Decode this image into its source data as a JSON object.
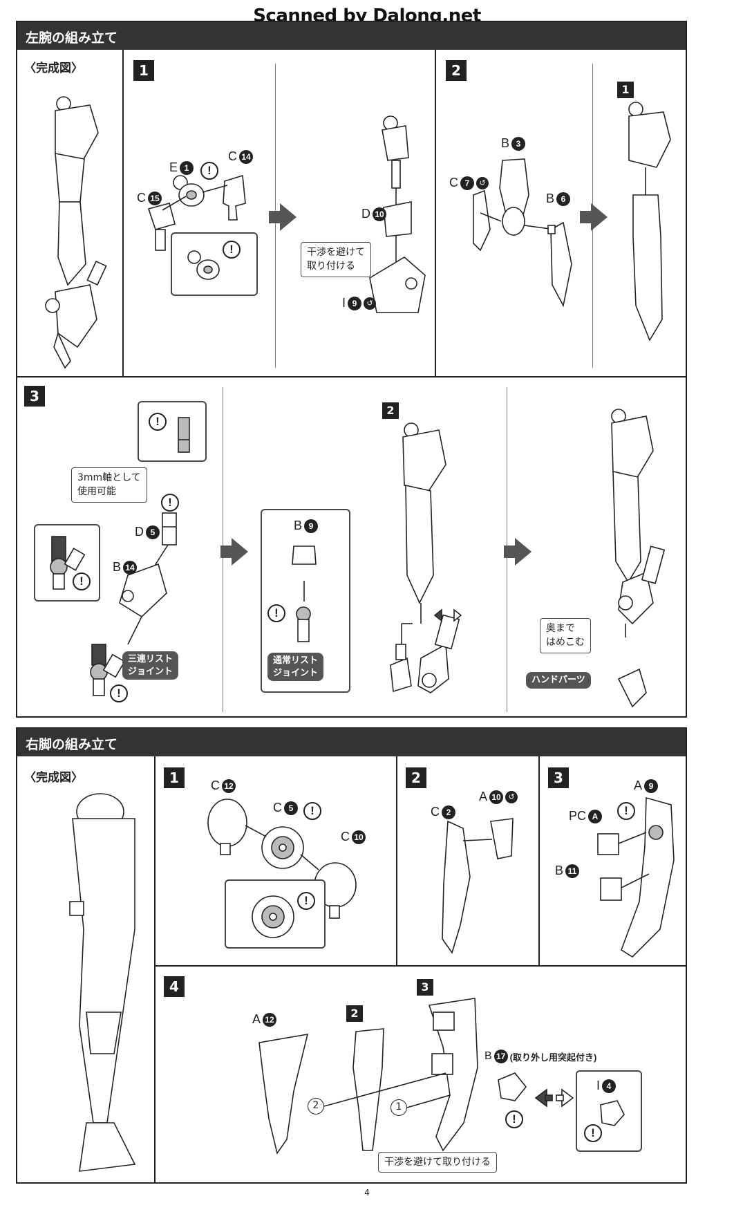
{
  "watermark": "Scanned by Dalong.net",
  "page_number": "4",
  "left_arm": {
    "title": "左腕の組み立て",
    "kansei": "〈完成図〉",
    "step1": {
      "num": "1",
      "parts": {
        "e1_letter": "E",
        "e1_num": "1",
        "c14_letter": "C",
        "c14_num": "14",
        "c15_letter": "C",
        "c15_num": "15",
        "d10_letter": "D",
        "d10_num": "10",
        "i9_letter": "I",
        "i9_num": "9"
      },
      "callout_interfere": "干渉を避けて\n取り付ける"
    },
    "step2": {
      "num": "2",
      "parts": {
        "b3_letter": "B",
        "b3_num": "3",
        "c7_letter": "C",
        "c7_num": "7",
        "b6_letter": "B",
        "b6_num": "6"
      },
      "ref_step": "1"
    },
    "step3": {
      "num": "3",
      "callout_3mm": "3mm軸として\n使用可能",
      "parts": {
        "d5_letter": "D",
        "d5_num": "5",
        "b14_letter": "B",
        "b14_num": "14",
        "b9_letter": "B",
        "b9_num": "9"
      },
      "badge_triple": "三連リスト\nジョイント",
      "badge_normal": "通常リスト\nジョイント",
      "ref_step": "2",
      "callout_insert": "奥まで\nはめこむ",
      "badge_hand": "ハンドパーツ"
    }
  },
  "right_leg": {
    "title": "右脚の組み立て",
    "kansei": "〈完成図〉",
    "step1": {
      "num": "1",
      "parts": {
        "c12_letter": "C",
        "c12_num": "12",
        "c5_letter": "C",
        "c5_num": "5",
        "c10_letter": "C",
        "c10_num": "10"
      }
    },
    "step2": {
      "num": "2",
      "parts": {
        "c2_letter": "C",
        "c2_num": "2",
        "a10_letter": "A",
        "a10_num": "10"
      }
    },
    "step3": {
      "num": "3",
      "parts": {
        "a9_letter": "A",
        "a9_num": "9",
        "pca_letter": "PC",
        "pca_num": "A",
        "b11_letter": "B",
        "b11_num": "11"
      }
    },
    "step4": {
      "num": "4",
      "parts": {
        "a12_letter": "A",
        "a12_num": "12",
        "b17_letter": "B",
        "b17_num": "17",
        "b17_note": "(取り外し用突起付き)",
        "i4_letter": "I",
        "i4_num": "4"
      },
      "ref_step2": "2",
      "ref_step3": "3",
      "order1": "1",
      "order2": "2",
      "callout_interfere": "干渉を避けて取り付ける"
    }
  },
  "warn_symbol": "!",
  "flip_symbol": "↺"
}
